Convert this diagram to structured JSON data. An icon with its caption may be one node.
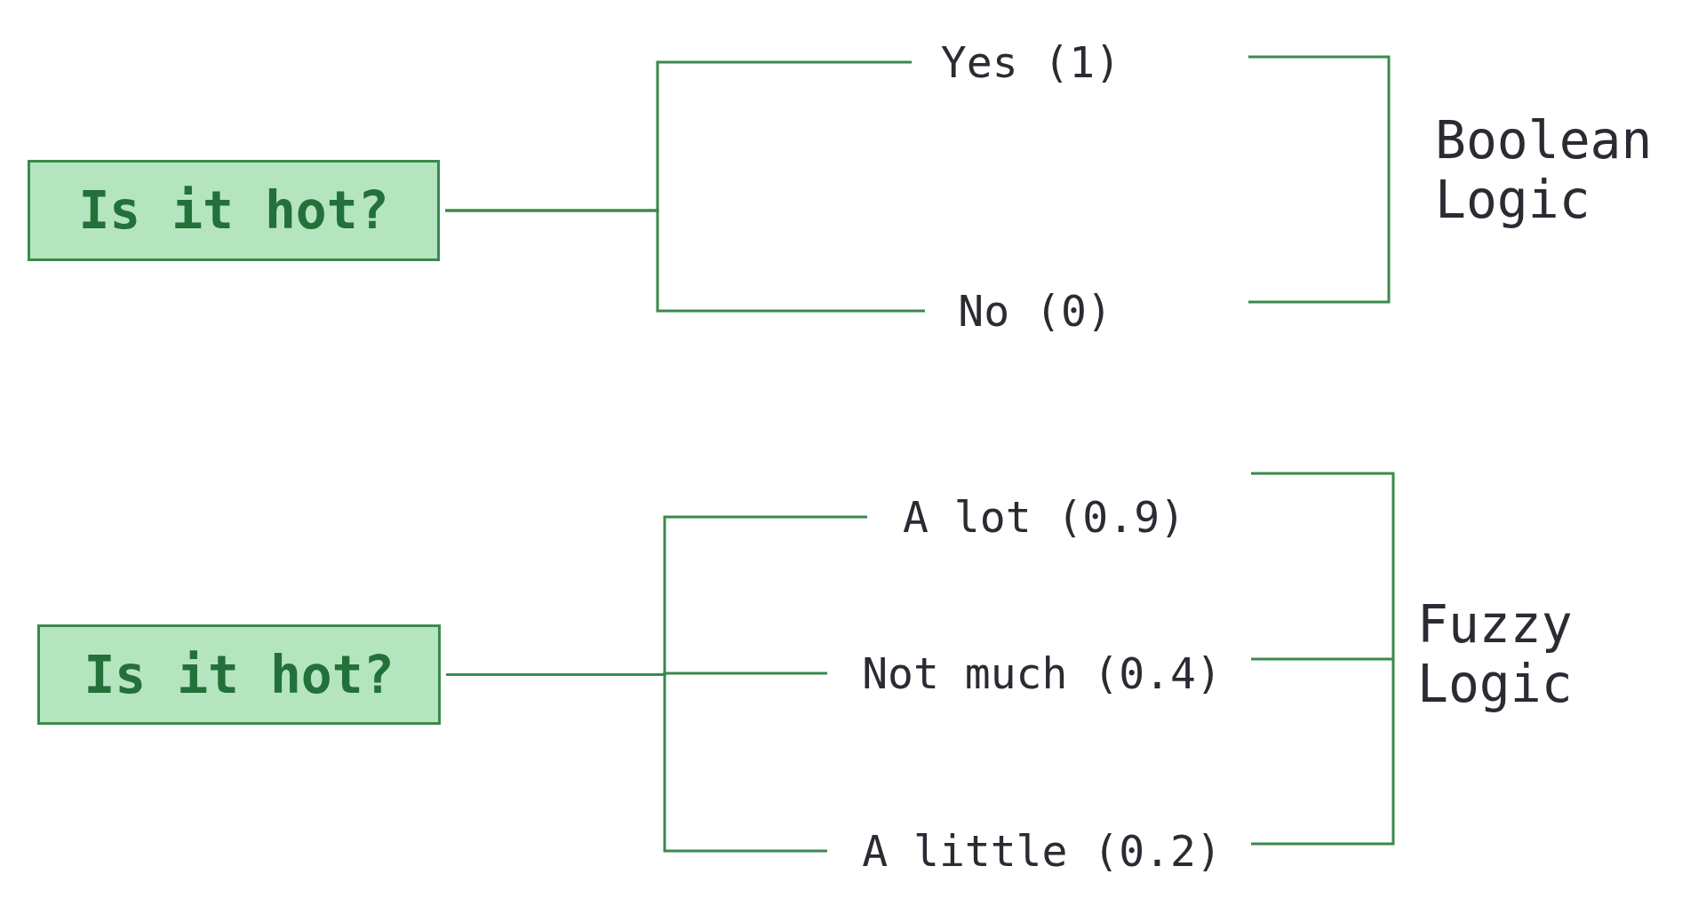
{
  "diagram": {
    "nodes": [
      {
        "text": [
          "Is it hot?"
        ]
      },
      {
        "text": [
          "Yes (1)"
        ]
      },
      {
        "text": [
          "No (0)"
        ]
      },
      {
        "text": [
          "Is it hot?"
        ]
      },
      {
        "text": [
          "A lot (0.9)"
        ]
      },
      {
        "text": [
          "Not much (0.4)"
        ]
      },
      {
        "text": [
          "A little (0.2)"
        ]
      }
    ],
    "edges": [
      {
        "from": 0,
        "to": 1,
        "arrow": "none"
      },
      {
        "from": 0,
        "to": 2,
        "arrow": "none"
      },
      {
        "from": 3,
        "to": 4,
        "arrow": "none"
      },
      {
        "from": 3,
        "to": 5,
        "arrow": "none"
      },
      {
        "from": 3,
        "to": 6,
        "arrow": "none"
      }
    ],
    "labels": [
      "Boolean Logic",
      "Fuzzy Logic"
    ]
  }
}
